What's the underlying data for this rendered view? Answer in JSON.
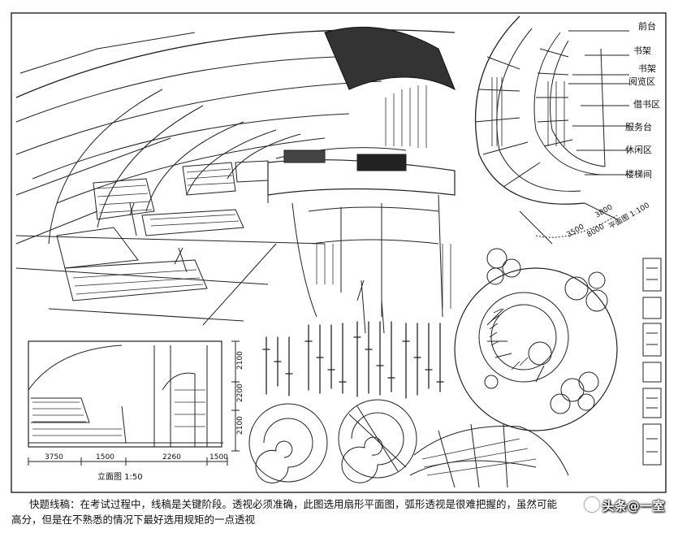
{
  "plan_labels": [
    "前台",
    "书架",
    "书架",
    "阅览区",
    "借书区",
    "服务台",
    "休闲区",
    "楼梯间"
  ],
  "plan_dims": [
    "3500",
    "3800",
    "8000"
  ],
  "plan_scale": "平面图 1:100",
  "elevation_dims": [
    "3750",
    "1500",
    "2260",
    "1500"
  ],
  "elevation_heights": [
    "2100",
    "2200",
    "2100"
  ],
  "elevation_scale": "立面图 1:50",
  "caption": {
    "line1": "快题线稿：在考试过程中，线稿是关键阶段。透视必须准确，此图选用扇形平面图，弧形透视是很难把握的，虽然可能",
    "line2": "高分，但是在不熟悉的情况下最好选用规矩的一点透视"
  },
  "watermark": "头条@一室"
}
